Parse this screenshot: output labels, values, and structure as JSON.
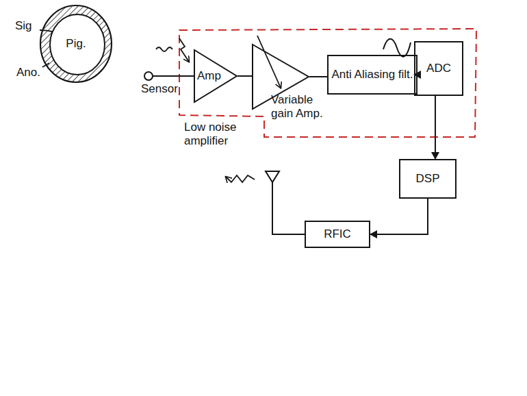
{
  "diagram": {
    "nodes": [
      {
        "text": [
          "Pig."
        ]
      },
      {
        "text": [
          "Amp",
          "Low noise amplifier"
        ]
      },
      {
        "text": [
          "Variable gain Amp."
        ]
      },
      {
        "text": [
          "Anti Aliasing filt."
        ]
      },
      {
        "text": [
          "ADC"
        ]
      },
      {
        "text": [
          "DSP"
        ]
      },
      {
        "text": [
          "RFIC"
        ]
      }
    ],
    "edges": [
      {
        "from": 1,
        "to": 2,
        "arrow": "none"
      },
      {
        "from": 2,
        "to": 3,
        "arrow": "none"
      },
      {
        "from": 3,
        "to": 4,
        "arrow": "to"
      },
      {
        "from": 4,
        "to": 5,
        "arrow": "to"
      },
      {
        "from": 5,
        "to": 6,
        "arrow": "to"
      }
    ],
    "labels": [
      "Sig",
      "Ano.",
      "Sensor"
    ]
  }
}
